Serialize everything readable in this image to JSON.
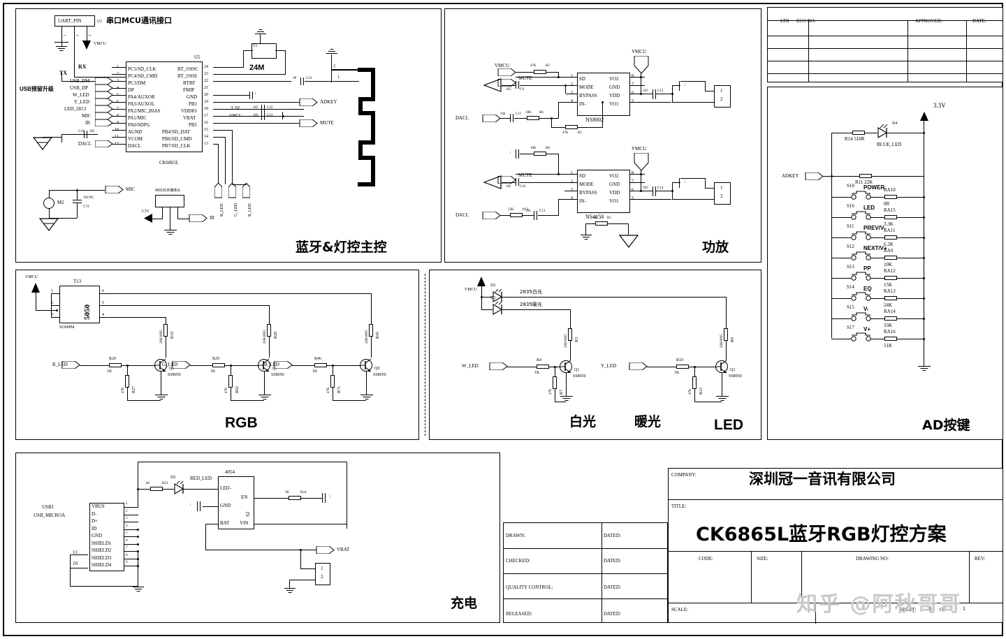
{
  "document": {
    "company_label": "COMPANY:",
    "company": "深圳冠一音讯有限公司",
    "title_label": "TITLE:",
    "title": "CK6865L蓝牙RGB灯控方案",
    "code_label": "CODE:",
    "size_label": "SIZE:",
    "drawing_no_label": "DRAWING NO:",
    "rev_label": "REV:",
    "scale_label": "SCALE:",
    "sheet_label": "SHEET:",
    "sheet_num": "1",
    "sheet_of": "OF",
    "sheet_total": "1",
    "watermark": "知乎 @阿秋哥哥"
  },
  "signoff": {
    "rows": [
      {
        "label": "DRAWN:",
        "dated": "DATED:"
      },
      {
        "label": "CHECKED:",
        "dated": "DATED:"
      },
      {
        "label": "QUALITY CONTROL:",
        "dated": "DATED:"
      },
      {
        "label": "RELEASED:",
        "dated": "DATED:"
      }
    ]
  },
  "revision_table": {
    "headers": [
      "LTR",
      "ECO NO:",
      "APPROVED:",
      "DATE:"
    ],
    "rows": [
      [
        "",
        "",
        "",
        ""
      ],
      [
        "",
        "",
        "",
        ""
      ],
      [
        "",
        "",
        "",
        ""
      ],
      [
        "",
        "",
        "",
        ""
      ]
    ]
  },
  "blocks": {
    "mcu": {
      "caption": "蓝牙&灯控主控",
      "header_note": "串口MCU通讯接口",
      "uart": {
        "refdes": "U1",
        "name": "UART_PIN",
        "pins": [
          "1",
          "2",
          "3"
        ],
        "nets": [
          "TX",
          "RX",
          "VMCU"
        ]
      },
      "crystal": {
        "refdes": "Y2",
        "value": "24M"
      },
      "u5": {
        "refdes": "U5",
        "part": "CK6865L",
        "left_pins": [
          {
            "num": "1",
            "name": "PC5/SD_CLK"
          },
          {
            "num": "2",
            "name": "PC4/SD_CMD"
          },
          {
            "num": "3",
            "name": "PC3/DM"
          },
          {
            "num": "4",
            "name": "DP"
          },
          {
            "num": "5",
            "name": "PA4/AUXOR"
          },
          {
            "num": "6",
            "name": "PA3/AUXOL"
          },
          {
            "num": "7",
            "name": "PA2/MIC_BIAS"
          },
          {
            "num": "8",
            "name": "PA1/MIC"
          },
          {
            "num": "9",
            "name": "PA0/SDPG"
          },
          {
            "num": "10",
            "name": "AGND"
          },
          {
            "num": "11",
            "name": "VCOM"
          },
          {
            "num": "12",
            "name": "DACL"
          }
        ],
        "right_pins": [
          {
            "num": "24",
            "name": "BT_OSSC"
          },
          {
            "num": "23",
            "name": "BT_OSSI"
          },
          {
            "num": "22",
            "name": "BTRF"
          },
          {
            "num": "21",
            "name": "FMIP"
          },
          {
            "num": "20",
            "name": "GND"
          },
          {
            "num": "19",
            "name": "PB1"
          },
          {
            "num": "18",
            "name": "VDDIO"
          },
          {
            "num": "17",
            "name": "VBAT"
          },
          {
            "num": "16",
            "name": "PB5"
          },
          {
            "num": "15",
            "name": "PB4/SD_DAT"
          },
          {
            "num": "14",
            "name": "PB6/SD_CMD"
          },
          {
            "num": "13",
            "name": "PB7/SD_CLK"
          }
        ]
      },
      "left_nets": [
        "USB_DM",
        "USB_DP",
        "W_LED",
        "Y_LED",
        "LED_2813",
        "MIC",
        "IR"
      ],
      "usb_note": "USB预留升级",
      "dacl_net": "DACL",
      "dacl_cap": {
        "refdes": "C19",
        "value": "105"
      },
      "right_nets": [
        "ADKEY",
        "MUTE"
      ],
      "rail_33v": "3.3V",
      "rail_vmcu": "VMCU",
      "caps": [
        {
          "refdes": "C22",
          "value": "105"
        },
        {
          "refdes": "C21",
          "value": "105"
        },
        {
          "refdes": "C23",
          "value": "2P"
        }
      ],
      "rgb_nets": [
        "B_LED",
        "G_LED",
        "R_LED"
      ],
      "mic": {
        "refdes": "M2",
        "cap_refdes": "C74",
        "cap_value": "102/NC",
        "net": "MIC"
      },
      "ir": {
        "note": "IR01红外接收头",
        "rail": "3.3V",
        "net": "IR"
      }
    },
    "amp": {
      "caption": "功放",
      "stages": [
        {
          "part": "NS8002",
          "pins_left": [
            {
              "num": "1",
              "name": "SD"
            },
            {
              "num": "2",
              "name": "MODE"
            },
            {
              "num": "3",
              "name": "BYPASS"
            },
            {
              "num": "4",
              "name": "IN-"
            }
          ],
          "pins_right": [
            {
              "num": "8",
              "name": "VO2"
            },
            {
              "num": "7",
              "name": "GND"
            },
            {
              "num": "6",
              "name": "VDD"
            },
            {
              "num": "5",
              "name": "VO1"
            }
          ],
          "nets": [
            "VMCU",
            "MUTE",
            "DACL"
          ],
          "parts": [
            {
              "refdes": "R2",
              "value": "47K"
            },
            {
              "refdes": "C9",
              "value": "105"
            },
            {
              "refdes": "C11",
              "value": "104"
            },
            {
              "refdes": "R6",
              "value": "10K"
            },
            {
              "refdes": "R5",
              "value": "47K"
            },
            {
              "refdes": "C12",
              "value": "105"
            }
          ],
          "conn_pins": [
            "1",
            "2"
          ]
        },
        {
          "part": "NS4158",
          "pins_left": [
            {
              "num": "1",
              "name": "SD"
            },
            {
              "num": "2",
              "name": "MODE"
            },
            {
              "num": "3",
              "name": "BYPASS"
            },
            {
              "num": "4",
              "name": "IN-"
            }
          ],
          "pins_right": [
            {
              "num": "8",
              "name": "VO2"
            },
            {
              "num": "7",
              "name": "GND"
            },
            {
              "num": "6",
              "name": "VDD"
            },
            {
              "num": "5",
              "name": "VO1"
            }
          ],
          "nets": [
            "VMCU",
            "MUTE",
            "DACL"
          ],
          "parts": [
            {
              "refdes": "R8",
              "value": "10K"
            },
            {
              "refdes": "C10",
              "value": "105"
            },
            {
              "refdes": "R13",
              "value": "33K"
            },
            {
              "refdes": "C13",
              "value": "104"
            },
            {
              "refdes": "C14",
              "value": "105"
            },
            {
              "refdes": "R1",
              "value": "0R"
            }
          ],
          "conn_pins": [
            "1",
            "2"
          ]
        }
      ]
    },
    "adkey": {
      "caption": "AD按键",
      "rail": "3.3V",
      "net": "ADKEY",
      "led": {
        "refdes": "D4",
        "name": "BLUE_LED",
        "series_r": "R14 510R"
      },
      "pullup": "R11 22K",
      "keys": [
        {
          "sw": "S10",
          "func": "POWER",
          "res": "RA10",
          "value": "0R"
        },
        {
          "sw": "S16",
          "func": "LED",
          "res": "RA15",
          "value": "3.3K"
        },
        {
          "sw": "S11",
          "func": "PREV/V-",
          "res": "RA11",
          "value": "6.2K"
        },
        {
          "sw": "S12",
          "func": "NEXT/V+",
          "res": "RA9",
          "value": "10K"
        },
        {
          "sw": "S13",
          "func": "PP",
          "res": "RA12",
          "value": "15K"
        },
        {
          "sw": "S14",
          "func": "EQ",
          "res": "RA13",
          "value": "24K"
        },
        {
          "sw": "S15",
          "func": "V-",
          "res": "RA14",
          "value": "33K"
        },
        {
          "sw": "S17",
          "func": "V+",
          "res": "RA16",
          "value": "51K"
        }
      ]
    },
    "rgb": {
      "caption": "RGB",
      "rail": "VMCU",
      "connector": {
        "refdes": "T13",
        "value": "5050",
        "footprint": "SO6MM",
        "pins_left": [
          "1",
          "2",
          "3"
        ],
        "pins_right": [
          "6",
          "5",
          "4"
        ]
      },
      "channels": [
        {
          "net": "R_LED",
          "base_r": {
            "refdes": "R20",
            "value": "1K"
          },
          "pulldown": {
            "refdes": "R27",
            "value": "47K"
          },
          "collector_r": {
            "refdes": "R19",
            "value": "20R/0805"
          },
          "transistor": {
            "refdes": "Q3",
            "part": "SS8050"
          }
        },
        {
          "net": "G_LED",
          "base_r": {
            "refdes": "R29",
            "value": "1K"
          },
          "pulldown": {
            "refdes": "R62",
            "value": "47K"
          },
          "collector_r": {
            "refdes": "R28",
            "value": "20R/0805"
          },
          "transistor": {
            "refdes": "Q7",
            "part": "SS8050"
          }
        },
        {
          "net": "B_LED",
          "base_r": {
            "refdes": "R46",
            "value": "1K"
          },
          "pulldown": {
            "refdes": "R71",
            "value": "47K"
          },
          "collector_r": {
            "refdes": "R45",
            "value": "20R/0805"
          },
          "transistor": {
            "refdes": "Q9",
            "part": "SS8050"
          }
        }
      ]
    },
    "led": {
      "caption": "LED",
      "sub_captions": [
        "白光",
        "暖光"
      ],
      "rail": "VMCU",
      "diodes": [
        {
          "refdes": "D2",
          "desc": "2835白光"
        },
        {
          "refdes": "D3",
          "desc": "2835暖光"
        }
      ],
      "channels": [
        {
          "net": "W_LED",
          "base_r": {
            "refdes": "R4",
            "value": "1K"
          },
          "pulldown": {
            "refdes": "R7",
            "value": "47K"
          },
          "collector_r": {
            "refdes": "R3",
            "value": "20R/0805"
          },
          "transistor": {
            "refdes": "Q1",
            "part": "SS8050"
          }
        },
        {
          "net": "Y_LED",
          "base_r": {
            "refdes": "R10",
            "value": "1K"
          },
          "pulldown": {
            "refdes": "R12",
            "value": "47K"
          },
          "collector_r": {
            "refdes": "R9",
            "value": "20R/0805"
          },
          "transistor": {
            "refdes": "Q2",
            "part": "SS8050"
          }
        }
      ]
    },
    "charge": {
      "caption": "充电",
      "usb": {
        "refdes": "USB1",
        "part": "USB_MICROA",
        "pins": [
          {
            "num": "1",
            "name": "VBUS"
          },
          {
            "num": "2",
            "name": "D-"
          },
          {
            "num": "3",
            "name": "D+"
          },
          {
            "num": "4",
            "name": "ID"
          },
          {
            "num": "5",
            "name": "GND"
          },
          {
            "num": "6",
            "name": "SHIELD1"
          },
          {
            "num": "7",
            "name": "SHIELD2"
          },
          {
            "num": "8",
            "name": "SHIELD3"
          },
          {
            "num": "9",
            "name": "SHIELD4"
          }
        ],
        "extra_pins": [
          "11",
          "10"
        ]
      },
      "ic": {
        "part": "4054",
        "pins_left": [
          {
            "name": "LED-"
          },
          {
            "name": "GND"
          },
          {
            "name": "BAT"
          }
        ],
        "pins_right": [
          {
            "name": "EN"
          },
          {
            "name": "VIN"
          }
        ],
        "refdes": "S2"
      },
      "led": {
        "refdes": "D5",
        "name": "RED_LED",
        "series_r": {
          "refdes": "R23",
          "value": "1K"
        }
      },
      "en_r": {
        "refdes": "R24",
        "value": "2K"
      },
      "net": "VBAT",
      "batt_conn_pins": [
        "1",
        "2"
      ]
    }
  }
}
